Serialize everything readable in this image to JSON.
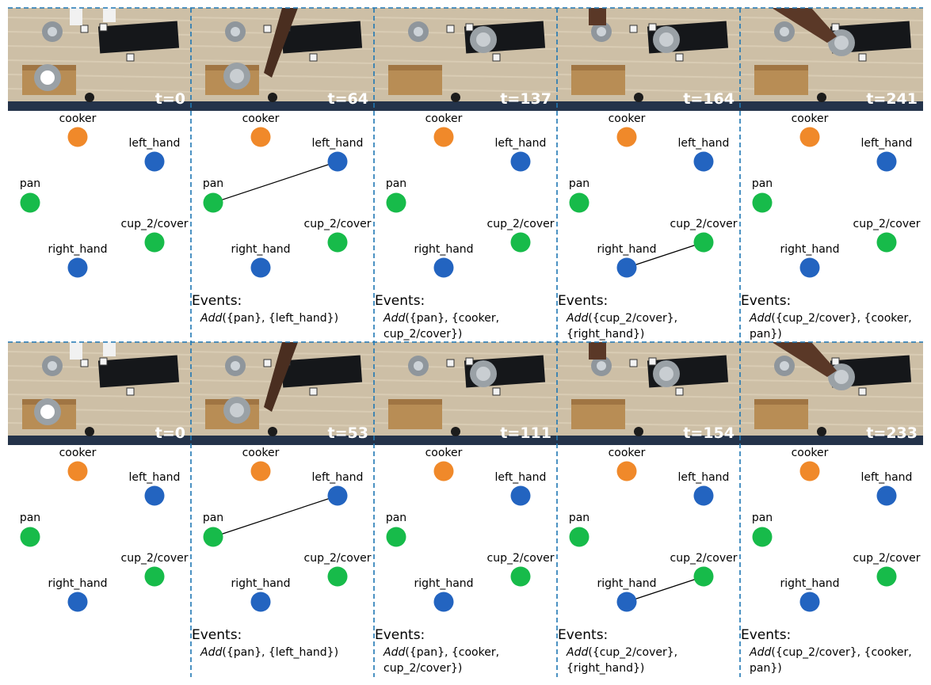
{
  "legend_colors": {
    "cooker": "#f0892a",
    "hand": "#2364c0",
    "object": "#17bb4a",
    "divider": "#1f77b4",
    "edge": "#000000"
  },
  "rows": [
    {
      "panels": [
        {
          "time_label": "t=0",
          "nodes": [
            {
              "id": "cooker",
              "label": "cooker",
              "kind": "cooker"
            },
            {
              "id": "left_hand",
              "label": "left_hand",
              "kind": "hand"
            },
            {
              "id": "pan",
              "label": "pan",
              "kind": "object"
            },
            {
              "id": "cup_2_cover",
              "label": "cup_2/cover",
              "kind": "object"
            },
            {
              "id": "right_hand",
              "label": "right_hand",
              "kind": "hand"
            }
          ],
          "edges": [],
          "events": null
        },
        {
          "time_label": "t=64",
          "nodes": [
            {
              "id": "cooker",
              "label": "cooker",
              "kind": "cooker"
            },
            {
              "id": "left_hand",
              "label": "left_hand",
              "kind": "hand"
            },
            {
              "id": "pan",
              "label": "pan",
              "kind": "object"
            },
            {
              "id": "cup_2_cover",
              "label": "cup_2/cover",
              "kind": "object"
            },
            {
              "id": "right_hand",
              "label": "right_hand",
              "kind": "hand"
            }
          ],
          "edges": [
            [
              "pan",
              "left_hand"
            ]
          ],
          "events": {
            "title": "Events:",
            "fn": "Add",
            "lines": [
              "({pan}, {left_hand})"
            ]
          }
        },
        {
          "time_label": "t=137",
          "nodes": [
            {
              "id": "cooker",
              "label": "cooker",
              "kind": "cooker"
            },
            {
              "id": "left_hand",
              "label": "left_hand",
              "kind": "hand"
            },
            {
              "id": "pan",
              "label": "pan",
              "kind": "object"
            },
            {
              "id": "cup_2_cover",
              "label": "cup_2/cover",
              "kind": "object"
            },
            {
              "id": "right_hand",
              "label": "right_hand",
              "kind": "hand"
            }
          ],
          "edges": [],
          "events": {
            "title": "Events:",
            "fn": "Add",
            "lines": [
              "({pan}, {cooker,",
              "cup_2/cover})"
            ]
          }
        },
        {
          "time_label": "t=164",
          "nodes": [
            {
              "id": "cooker",
              "label": "cooker",
              "kind": "cooker"
            },
            {
              "id": "left_hand",
              "label": "left_hand",
              "kind": "hand"
            },
            {
              "id": "pan",
              "label": "pan",
              "kind": "object"
            },
            {
              "id": "cup_2_cover",
              "label": "cup_2/cover",
              "kind": "object"
            },
            {
              "id": "right_hand",
              "label": "right_hand",
              "kind": "hand"
            }
          ],
          "edges": [
            [
              "right_hand",
              "cup_2_cover"
            ]
          ],
          "events": {
            "title": "Events:",
            "fn": "Add",
            "lines": [
              "({cup_2/cover},",
              "{right_hand})"
            ]
          }
        },
        {
          "time_label": "t=241",
          "nodes": [
            {
              "id": "cooker",
              "label": "cooker",
              "kind": "cooker"
            },
            {
              "id": "left_hand",
              "label": "left_hand",
              "kind": "hand"
            },
            {
              "id": "pan",
              "label": "pan",
              "kind": "object"
            },
            {
              "id": "cup_2_cover",
              "label": "cup_2/cover",
              "kind": "object"
            },
            {
              "id": "right_hand",
              "label": "right_hand",
              "kind": "hand"
            }
          ],
          "edges": [],
          "events": {
            "title": "Events:",
            "fn": "Add",
            "lines": [
              "({cup_2/cover}, {cooker,",
              "pan})"
            ]
          }
        }
      ]
    },
    {
      "panels": [
        {
          "time_label": "t=0",
          "nodes": [
            {
              "id": "cooker",
              "label": "cooker",
              "kind": "cooker"
            },
            {
              "id": "left_hand",
              "label": "left_hand",
              "kind": "hand"
            },
            {
              "id": "pan",
              "label": "pan",
              "kind": "object"
            },
            {
              "id": "cup_2_cover",
              "label": "cup_2/cover",
              "kind": "object"
            },
            {
              "id": "right_hand",
              "label": "right_hand",
              "kind": "hand"
            }
          ],
          "edges": [],
          "events": null
        },
        {
          "time_label": "t=53",
          "nodes": [
            {
              "id": "cooker",
              "label": "cooker",
              "kind": "cooker"
            },
            {
              "id": "left_hand",
              "label": "left_hand",
              "kind": "hand"
            },
            {
              "id": "pan",
              "label": "pan",
              "kind": "object"
            },
            {
              "id": "cup_2_cover",
              "label": "cup_2/cover",
              "kind": "object"
            },
            {
              "id": "right_hand",
              "label": "right_hand",
              "kind": "hand"
            }
          ],
          "edges": [
            [
              "pan",
              "left_hand"
            ]
          ],
          "events": {
            "title": "Events:",
            "fn": "Add",
            "lines": [
              "({pan}, {left_hand})"
            ]
          }
        },
        {
          "time_label": "t=111",
          "nodes": [
            {
              "id": "cooker",
              "label": "cooker",
              "kind": "cooker"
            },
            {
              "id": "left_hand",
              "label": "left_hand",
              "kind": "hand"
            },
            {
              "id": "pan",
              "label": "pan",
              "kind": "object"
            },
            {
              "id": "cup_2_cover",
              "label": "cup_2/cover",
              "kind": "object"
            },
            {
              "id": "right_hand",
              "label": "right_hand",
              "kind": "hand"
            }
          ],
          "edges": [],
          "events": {
            "title": "Events:",
            "fn": "Add",
            "lines": [
              "({pan}, {cooker,",
              "cup_2/cover})"
            ]
          }
        },
        {
          "time_label": "t=154",
          "nodes": [
            {
              "id": "cooker",
              "label": "cooker",
              "kind": "cooker"
            },
            {
              "id": "left_hand",
              "label": "left_hand",
              "kind": "hand"
            },
            {
              "id": "pan",
              "label": "pan",
              "kind": "object"
            },
            {
              "id": "cup_2_cover",
              "label": "cup_2/cover",
              "kind": "object"
            },
            {
              "id": "right_hand",
              "label": "right_hand",
              "kind": "hand"
            }
          ],
          "edges": [
            [
              "right_hand",
              "cup_2_cover"
            ]
          ],
          "events": {
            "title": "Events:",
            "fn": "Add",
            "lines": [
              "({cup_2/cover},",
              "{right_hand})"
            ]
          }
        },
        {
          "time_label": "t=233",
          "nodes": [
            {
              "id": "cooker",
              "label": "cooker",
              "kind": "cooker"
            },
            {
              "id": "left_hand",
              "label": "left_hand",
              "kind": "hand"
            },
            {
              "id": "pan",
              "label": "pan",
              "kind": "object"
            },
            {
              "id": "cup_2_cover",
              "label": "cup_2/cover",
              "kind": "object"
            },
            {
              "id": "right_hand",
              "label": "right_hand",
              "kind": "hand"
            }
          ],
          "edges": [],
          "events": {
            "title": "Events:",
            "fn": "Add",
            "lines": [
              "({cup_2/cover}, {cooker,",
              "pan})"
            ]
          }
        }
      ]
    }
  ]
}
